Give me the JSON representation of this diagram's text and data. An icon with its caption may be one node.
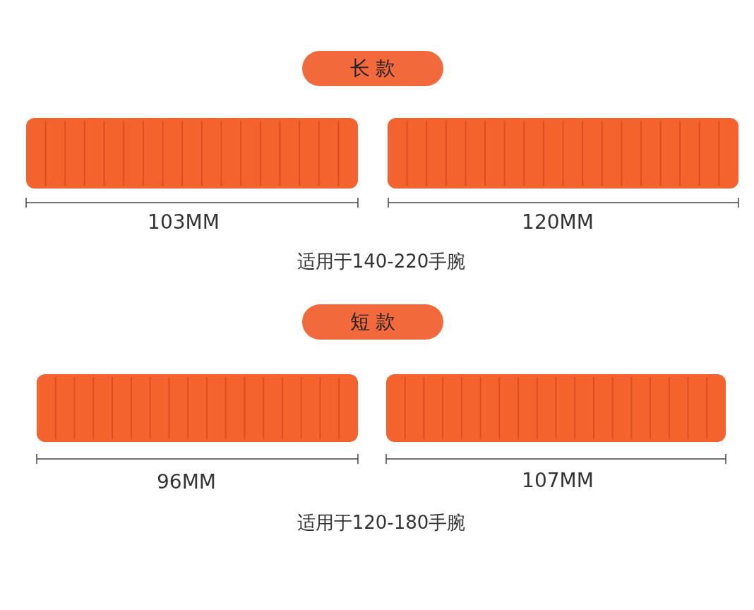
{
  "diagram": {
    "nodes": [
      {
        "text": [
          "长 款"
        ]
      },
      {
        "text": [
          "短 款"
        ]
      }
    ],
    "labels": [
      "103MM",
      "120MM",
      "适用于140-220手腕",
      "96MM",
      "107MM",
      "适用于120-180手腕"
    ]
  }
}
